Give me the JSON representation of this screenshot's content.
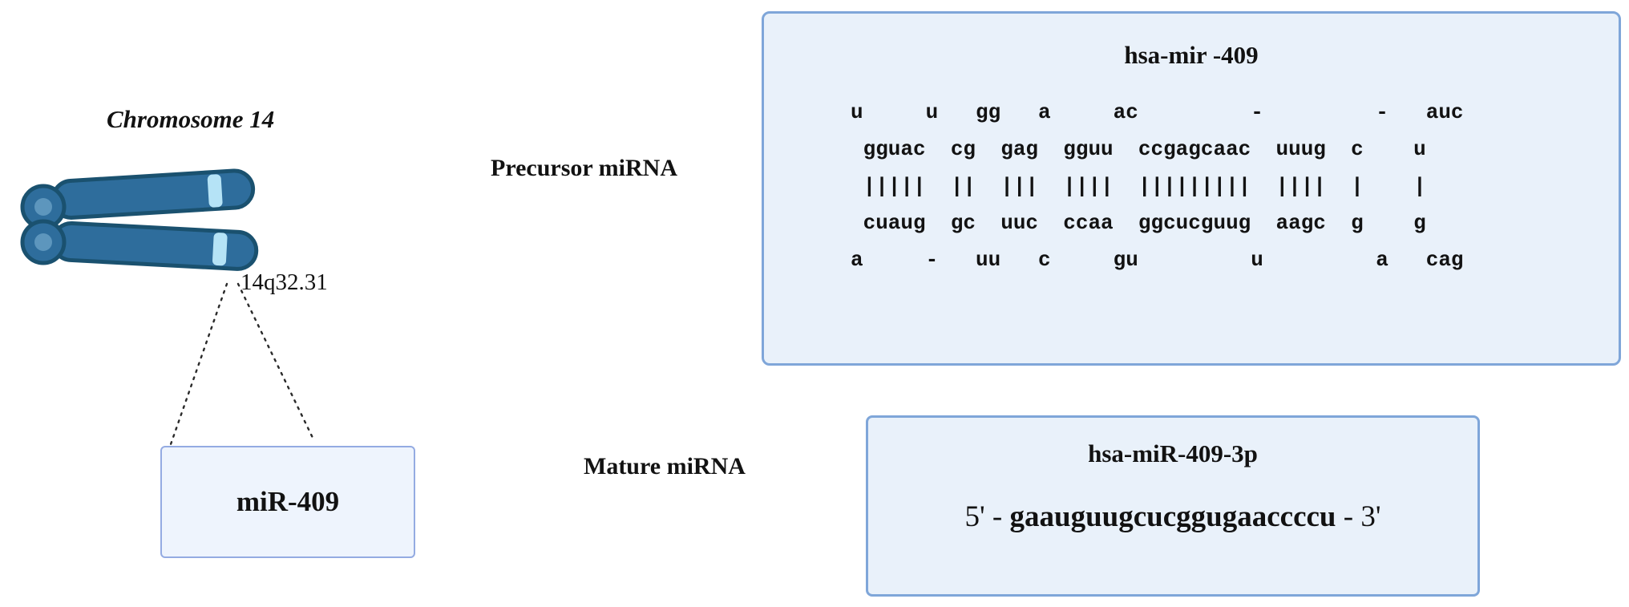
{
  "figure": {
    "chromosome": {
      "title": "Chromosome 14",
      "locus": "14q32.31",
      "gene_label": "miR-409"
    },
    "precursor": {
      "section_label": "Precursor miRNA",
      "box_title": "hsa-mir -409",
      "structure_lines": [
        "u     u   gg   a     ac         -         -   auc",
        " gguac  cg  gag  gguu  ccgagcaac  uuug  c    u",
        " |||||  ||  |||  ||||  |||||||||  ||||  |    |",
        " cuaug  gc  uuc  ccaa  ggcucguug  aagc  g    g",
        "a     -   uu   c     gu         u         a   cag"
      ]
    },
    "mature": {
      "section_label": "Mature miRNA",
      "box_title": "hsa-miR-409-3p",
      "sequence_prefix": "5' - ",
      "sequence": "gaauguugcucggugaaccccu",
      "sequence_suffix": " - 3'"
    }
  },
  "colors": {
    "panel_bg": "#e9f1fa",
    "panel_border": "#7fa6d9",
    "gene_box_bg": "#eef4fd",
    "gene_box_border": "#94abe2",
    "chromosome_fill": "#2e6d9c",
    "chromosome_stroke": "#1a516f",
    "centromere_inner": "#5d96bd",
    "band_fill": "#b5e3f6",
    "callout_line": "#2a2a2a",
    "text": "#121212"
  }
}
